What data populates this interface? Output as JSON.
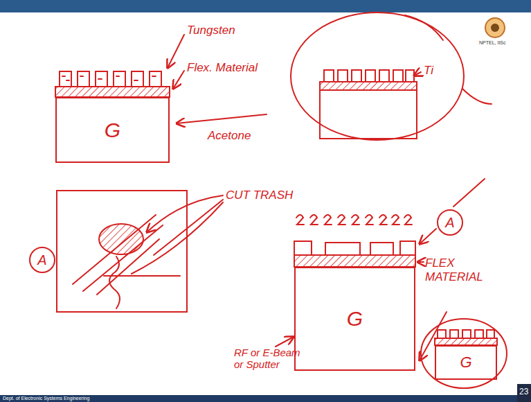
{
  "diagram": {
    "nodes": [
      {
        "text": [
          "G"
        ]
      },
      {
        "text": [
          "A"
        ]
      },
      {
        "text": [
          "A"
        ]
      },
      {
        "text": [
          "G"
        ]
      },
      {
        "text": [
          "G"
        ]
      }
    ],
    "labels": [
      "Tungsten",
      "Flex. Material",
      "Acetone",
      "Ti",
      "CUT TRASH",
      "FLEX MATERIAL",
      "RF or E-Beam or Sputter",
      "NPTEL, IISc",
      "Dept. of Electronic Systems Engineering",
      "23"
    ]
  }
}
